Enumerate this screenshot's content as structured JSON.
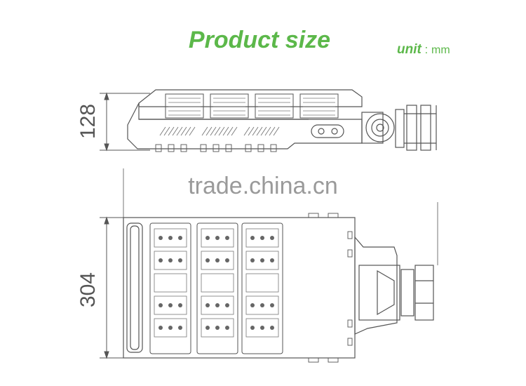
{
  "header": {
    "title": "Product size",
    "unit_word": "unit",
    "unit_separator": " : ",
    "unit_value": "mm"
  },
  "watermark": "trade.china.cn",
  "dimensions": {
    "height": "128",
    "width": "304"
  },
  "colors": {
    "accent_green": "#5cb84a",
    "watermark_gray": "#9a9a9a",
    "line": "#555555"
  }
}
